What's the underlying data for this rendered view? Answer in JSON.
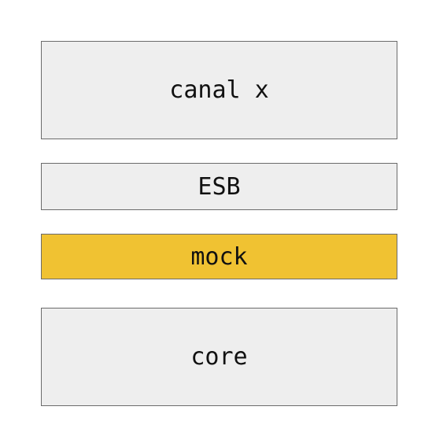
{
  "diagram": {
    "layers": [
      {
        "id": "canal",
        "label": "canal x",
        "fill": "#eeeeee"
      },
      {
        "id": "esb",
        "label": "ESB",
        "fill": "#eeeeee"
      },
      {
        "id": "mock",
        "label": "mock",
        "fill": "#f0c232"
      },
      {
        "id": "core",
        "label": "core",
        "fill": "#eeeeee"
      }
    ]
  }
}
